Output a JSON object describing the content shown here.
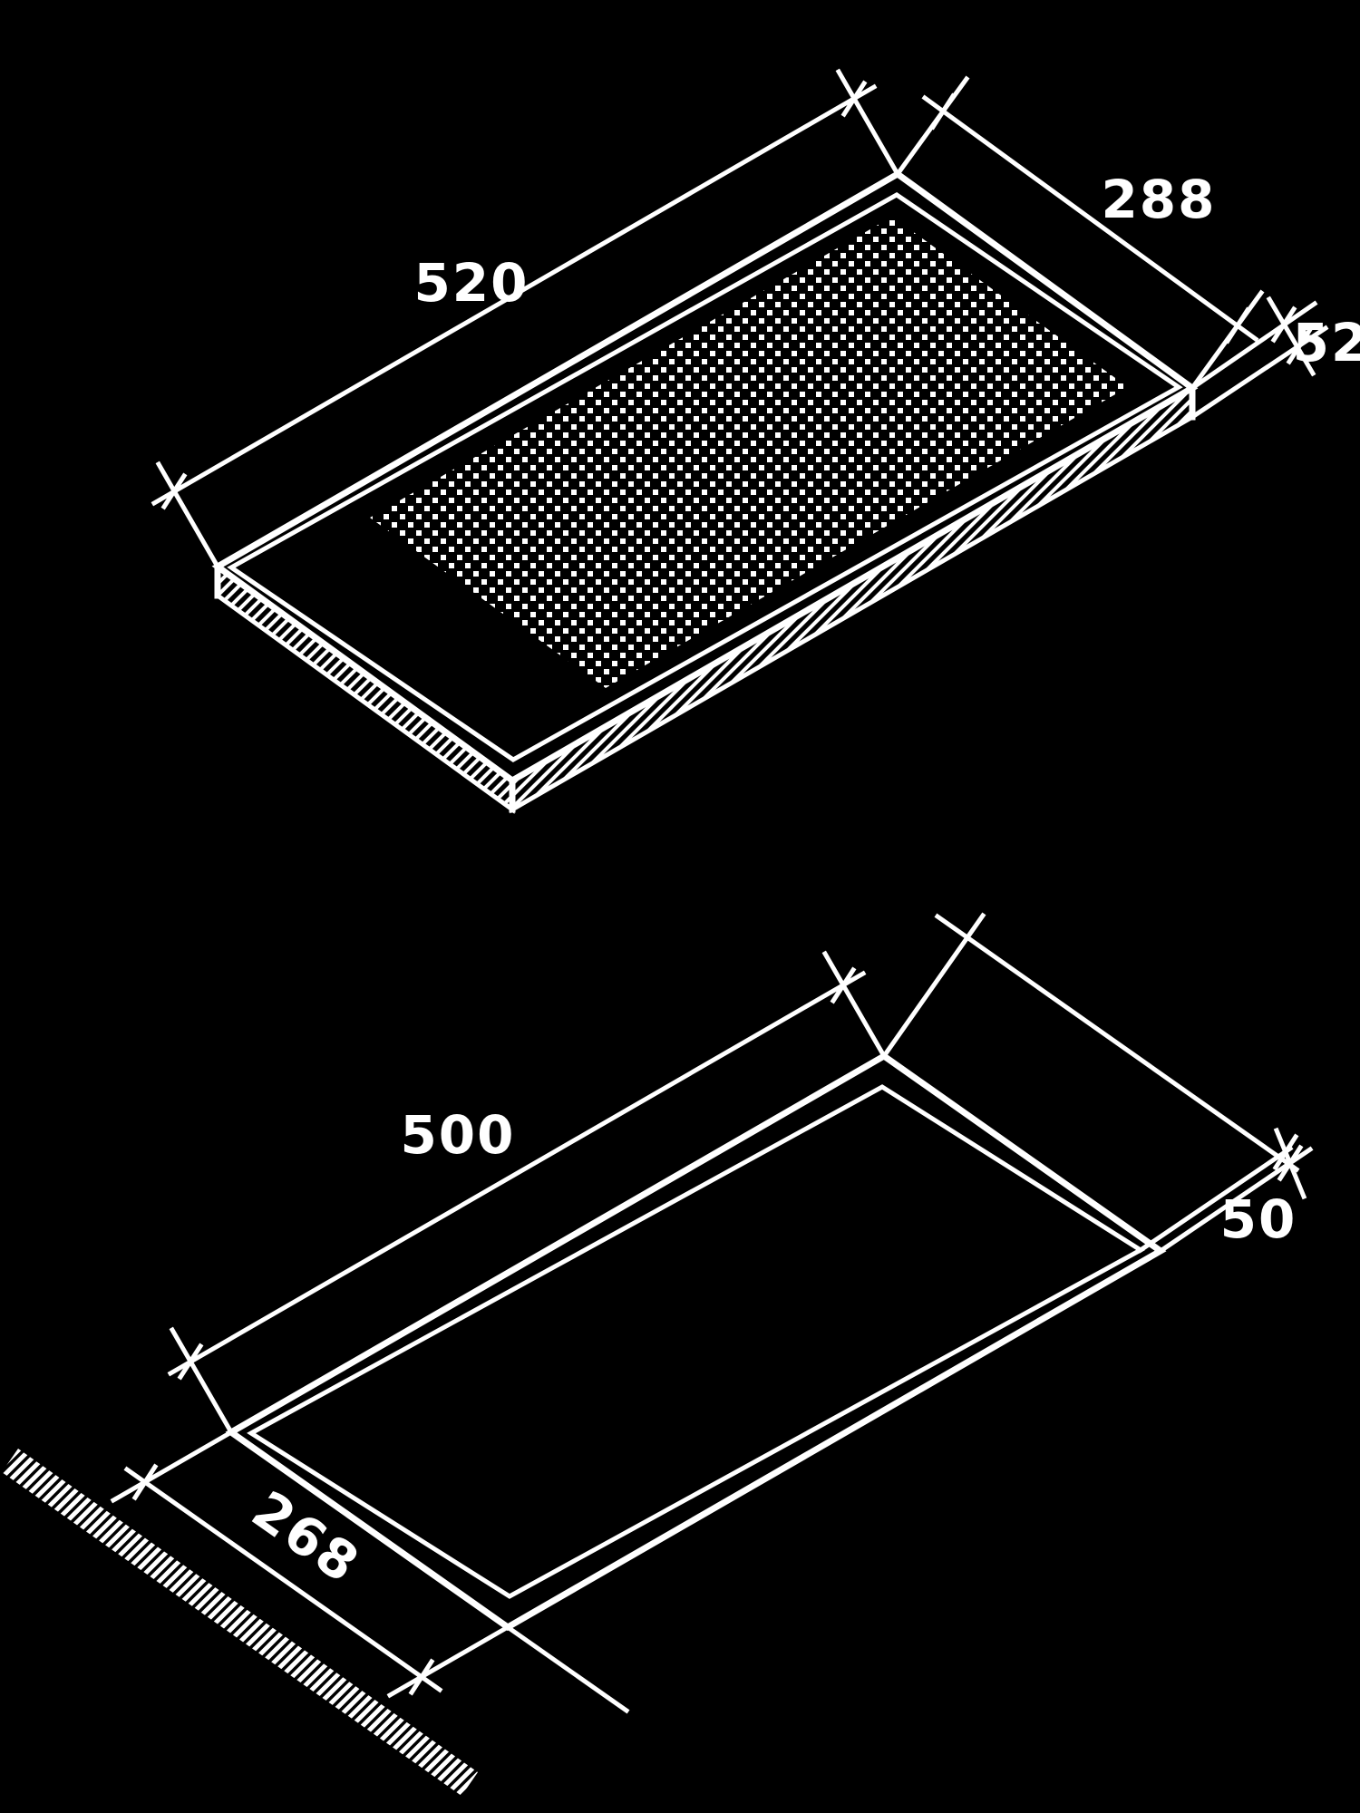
{
  "diagram": {
    "background_color": "#000000",
    "line_color": "#ffffff",
    "hob": {
      "width_label": "520",
      "depth_label": "288",
      "height_label": "52"
    },
    "cutout": {
      "width_label": "500",
      "clearance_label": "50",
      "depth_label": "268"
    }
  }
}
